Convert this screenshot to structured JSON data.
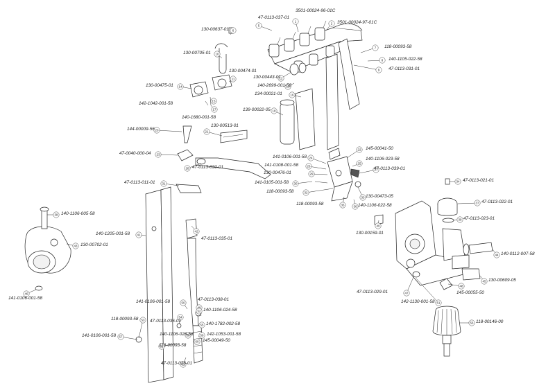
{
  "callouts": [
    {
      "label": "47-0113-037-01",
      "bubble": "5"
    },
    {
      "label": "3501-00024-96-01C",
      "bubble": "1"
    },
    {
      "label": "3501-00024-97-01C",
      "bubble": "2"
    },
    {
      "label": "130-00637-01",
      "bubble": "6"
    },
    {
      "label": "118-00093-58",
      "bubble": "7"
    },
    {
      "label": "140-1105-022-58",
      "bubble": "8"
    },
    {
      "label": "47-0113-031-01",
      "bubble": "9"
    },
    {
      "label": "130-00705-01",
      "bubble": "10"
    },
    {
      "label": "130-00474-01",
      "bubble": "11"
    },
    {
      "label": "130-00443-01",
      "bubble": "12"
    },
    {
      "label": "140-2699-001-58",
      "bubble": "13"
    },
    {
      "label": "130-00475-01",
      "bubble": "14"
    },
    {
      "label": "142-1042-001-58",
      "bubble": "15"
    },
    {
      "label": "134-00021-01",
      "bubble": "16"
    },
    {
      "label": "140-1680-001-58",
      "bubble": "17"
    },
    {
      "label": "139-00022-05",
      "bubble": "18"
    },
    {
      "label": "144-00009-56",
      "bubble": "20"
    },
    {
      "label": "130-00513-01",
      "bubble": "21"
    },
    {
      "label": "145-00041-50",
      "bubble": "22"
    },
    {
      "label": "47-0040-000-04",
      "bubble": "23"
    },
    {
      "label": "141-0106-001-58",
      "bubble": "24"
    },
    {
      "label": "140-1106-023-58",
      "bubble": "25"
    },
    {
      "label": "141-0108-001-58",
      "bubble": "26"
    },
    {
      "label": "47-0113-039-01",
      "bubble": "27"
    },
    {
      "label": "47-0113-030-01",
      "bubble": "28"
    },
    {
      "label": "130-00476-01",
      "bubble": "29"
    },
    {
      "label": "141-0105-001-58",
      "bubble": "30"
    },
    {
      "label": "47-0113-011-01",
      "bubble": "31"
    },
    {
      "label": "118-00093-58",
      "bubble": "32"
    },
    {
      "label": "130-00473-05",
      "bubble": "33"
    },
    {
      "label": "47-0113-021-01",
      "bubble": "34"
    },
    {
      "label": "118-00093-58",
      "bubble": "35"
    },
    {
      "label": "140-1106-022-58",
      "bubble": "36"
    },
    {
      "label": "47-0113-022-01",
      "bubble": "37"
    },
    {
      "label": "140-1106-005-58",
      "bubble": "38"
    },
    {
      "label": "47-0113-023-01",
      "bubble": "39"
    },
    {
      "label": "130-00159-01",
      "bubble": "40"
    },
    {
      "label": "140-1205-001-58",
      "bubble": "41"
    },
    {
      "label": "47-0113-035-01",
      "bubble": "42"
    },
    {
      "label": "130-00702-01",
      "bubble": "43"
    },
    {
      "label": "140-0112-007-58",
      "bubble": "44"
    },
    {
      "label": "130-00609-05",
      "bubble": "45"
    },
    {
      "label": "141-0106-001-58",
      "bubble": "46"
    },
    {
      "label": "47-0113-029-01",
      "bubble": "47"
    },
    {
      "label": "145-00055-50",
      "bubble": "48"
    },
    {
      "label": "47-0113-038-01",
      "bubble": "49"
    },
    {
      "label": "141-0106-001-58",
      "bubble": "50"
    },
    {
      "label": "142-1130-001-58",
      "bubble": "51"
    },
    {
      "label": "140-1106-024-58",
      "bubble": "52"
    },
    {
      "label": "118-00093-58",
      "bubble": "53"
    },
    {
      "label": "47-0113-036-01",
      "bubble": "54"
    },
    {
      "label": "140-1782-002-58",
      "bubble": "55"
    },
    {
      "label": "118-00146-00",
      "bubble": "56"
    },
    {
      "label": "141-0106-001-58",
      "bubble": "57"
    },
    {
      "label": "140-1106-026-58",
      "bubble": "58"
    },
    {
      "label": "142-1053-001-58",
      "bubble": "59"
    },
    {
      "label": "145-00049-50",
      "bubble": "60"
    },
    {
      "label": "118-00093-58",
      "bubble": "61"
    },
    {
      "label": "47-0113-026-01",
      "bubble": "62"
    }
  ]
}
